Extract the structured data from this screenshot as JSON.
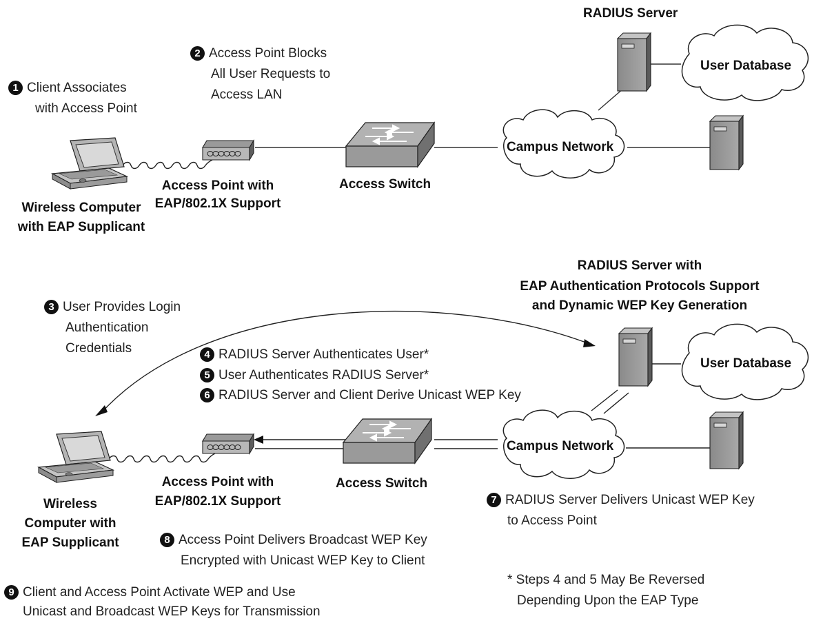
{
  "top": {
    "steps": [
      {
        "num": "1",
        "lines": [
          "Client Associates",
          "with Access Point"
        ]
      },
      {
        "num": "2",
        "lines": [
          "Access Point Blocks",
          "All User Requests to",
          "Access LAN"
        ]
      }
    ],
    "labels": {
      "radius_server": "RADIUS Server",
      "user_database": "User Database",
      "campus_network": "Campus Network",
      "access_switch": "Access Switch",
      "access_point": [
        "Access Point with",
        "EAP/802.1X Support"
      ],
      "wireless_computer": [
        "Wireless Computer",
        "with EAP Supplicant"
      ]
    }
  },
  "bottom": {
    "radius_server": [
      "RADIUS Server with",
      "EAP Authentication Protocols Support",
      "and Dynamic WEP Key Generation"
    ],
    "user_database": "User Database",
    "campus_network": "Campus Network",
    "access_switch": "Access Switch",
    "access_point": [
      "Access Point with",
      "EAP/802.1X Support"
    ],
    "wireless_computer": [
      "Wireless",
      "Computer with",
      "EAP Supplicant"
    ],
    "steps": [
      {
        "num": "3",
        "lines": [
          "User Provides Login",
          "Authentication",
          "Credentials"
        ]
      },
      {
        "num": "4",
        "lines": [
          "RADIUS Server Authenticates User*"
        ]
      },
      {
        "num": "5",
        "lines": [
          "User Authenticates RADIUS Server*"
        ]
      },
      {
        "num": "6",
        "lines": [
          "RADIUS Server and Client Derive Unicast WEP Key"
        ]
      },
      {
        "num": "7",
        "lines": [
          "RADIUS Server Delivers Unicast WEP Key",
          "to Access Point"
        ]
      },
      {
        "num": "8",
        "lines": [
          "Access Point Delivers Broadcast WEP Key",
          "Encrypted with Unicast WEP Key to Client"
        ]
      },
      {
        "num": "9",
        "lines": [
          "Client and Access Point Activate WEP and Use",
          "Unicast and Broadcast WEP Keys for Transmission"
        ]
      }
    ],
    "footnote": [
      "* Steps 4 and 5 May Be Reversed",
      "Depending Upon the EAP Type"
    ]
  },
  "colors": {
    "device_light": "#c8c8c8",
    "device_mid": "#a8a8a8",
    "device_dark": "#6e6e6e",
    "line": "#333333"
  }
}
